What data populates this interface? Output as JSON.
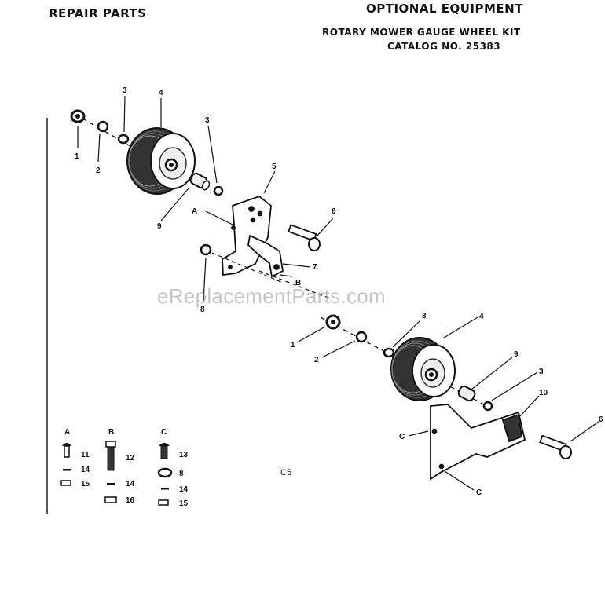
{
  "header": {
    "left_title": "REPAIR PARTS",
    "right_title": "OPTIONAL EQUIPMENT",
    "kit_name": "ROTARY MOWER GAUGE WHEEL KIT",
    "catalog": "CATALOG NO. 25383"
  },
  "watermark": "eReplacementParts.com",
  "diagram_code": "C5",
  "callouts_upper": [
    "1",
    "2",
    "3",
    "4",
    "3",
    "5",
    "6",
    "7",
    "8",
    "9",
    "A",
    "B"
  ],
  "callouts_lower": [
    "1",
    "2",
    "3",
    "4",
    "9",
    "3",
    "10",
    "6",
    "C",
    "C"
  ],
  "hardware_groups": [
    {
      "letter": "A",
      "items": [
        "11",
        "14",
        "15"
      ]
    },
    {
      "letter": "B",
      "items": [
        "12",
        "14",
        "16"
      ]
    },
    {
      "letter": "C",
      "items": [
        "13",
        "8",
        "14",
        "15"
      ]
    }
  ]
}
